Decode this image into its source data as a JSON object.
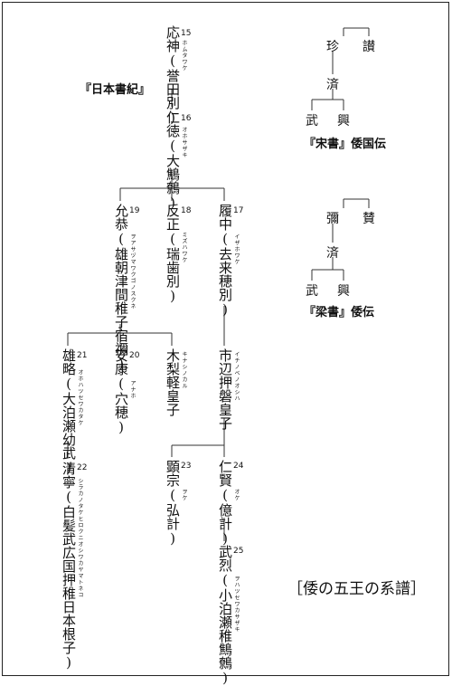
{
  "book_label": "『日本書紀』",
  "figure_title": "［倭の五王の系譜］",
  "emperors": [
    {
      "num": "15",
      "name": "応神(誉田別)",
      "reading": "ホムタワケ"
    },
    {
      "num": "16",
      "name": "仁徳(大鷦鷯)",
      "reading": "オホサザキ"
    },
    {
      "num": "17",
      "name": "履中(去来穂別)",
      "reading": "イザホワケ"
    },
    {
      "num": "18",
      "name": "反正(瑞歯別)",
      "reading": "ミズハワケ"
    },
    {
      "num": "19",
      "name": "允恭(雄朝津間稚子宿禰)",
      "reading": "ヲアサヅマワクゴノスクネ"
    },
    {
      "num": "20",
      "name": "安康(穴穂)",
      "reading": "アナホ"
    },
    {
      "num": "21",
      "name": "雄略(大泊瀬幼武)",
      "reading": "オホハツセワカタケ"
    },
    {
      "num": "22",
      "name": "清寧(白髪武広国押稚日本根子)",
      "reading": "シラカノタケヒロクニオシワカヤマトネコ"
    },
    {
      "num": "23",
      "name": "顕宗(弘計)",
      "reading": "ヲケ"
    },
    {
      "num": "24",
      "name": "仁賢(億計)",
      "reading": "オケ"
    },
    {
      "num": "25",
      "name": "武烈(小泊瀬稚鷦鷯)",
      "reading": "ヲハツセワカサザキ"
    }
  ],
  "others": [
    {
      "name": "木梨軽皇子",
      "reading": "キナシノカル"
    },
    {
      "name": "市辺押磐皇子",
      "reading": "イチノベノオシハ"
    }
  ],
  "song": {
    "label": "『宋書』倭国伝",
    "kings": {
      "zan": "珍",
      "san": "讃",
      "sei": "済",
      "bu": "武",
      "kou": "興"
    }
  },
  "liang": {
    "label": "『梁書』倭伝",
    "kings": {
      "mi": "彌",
      "san": "賛",
      "sei": "済",
      "bu": "武",
      "kou": "興"
    }
  }
}
